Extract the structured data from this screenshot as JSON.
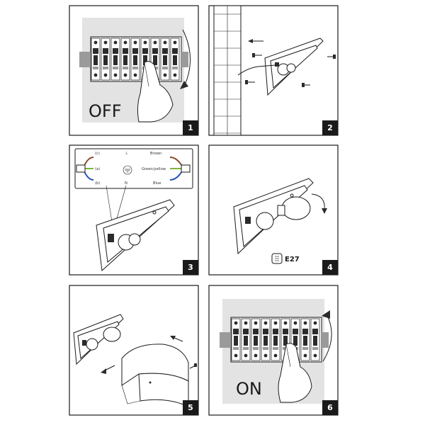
{
  "panels": [
    {
      "number": "1",
      "label": "OFF"
    },
    {
      "number": "2"
    },
    {
      "number": "3"
    },
    {
      "number": "4",
      "bulb_type": "E27"
    },
    {
      "number": "5"
    },
    {
      "number": "6",
      "label": "ON"
    }
  ],
  "wiring": {
    "left_marks": [
      "(c)",
      "(a)",
      "(b)"
    ],
    "symbols": [
      "⏚",
      "N"
    ],
    "wires": [
      {
        "name": "Brown",
        "color": "#8b4a2b"
      },
      {
        "name": "Green/yellow",
        "color": "#7fb53a"
      },
      {
        "name": "Blue",
        "color": "#2a55b0"
      }
    ]
  },
  "colors": {
    "frame": "#1a1a1a",
    "background_panel": "#e3e3e3"
  }
}
